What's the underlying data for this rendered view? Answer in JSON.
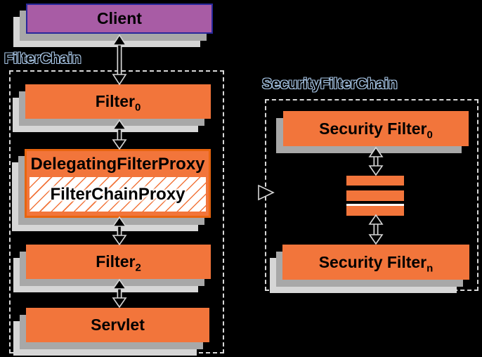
{
  "diagram": {
    "client": {
      "label": "Client"
    },
    "filter_chain": {
      "label": "FilterChain",
      "filter0": {
        "base": "Filter",
        "sub": "0"
      },
      "delegating_filter_proxy": {
        "label": "DelegatingFilterProxy"
      },
      "filter_chain_proxy": {
        "label": "FilterChainProxy"
      },
      "filter2": {
        "base": "Filter",
        "sub": "2"
      },
      "servlet": {
        "label": "Servlet"
      }
    },
    "security_filter_chain": {
      "label": "SecurityFilterChain",
      "security_filter_0": {
        "base": "Security Filter",
        "sub": "0"
      },
      "security_filter_n": {
        "base": "Security Filter",
        "sub": "n"
      }
    },
    "colors": {
      "background": "#000000",
      "box_orange": "#F2753B",
      "box_orange_border": "#E8650F",
      "client_purple": "#A85CA5",
      "client_border": "#28289B",
      "shadow_1": "#A8A8A8",
      "shadow_2": "#D6D6D6",
      "dashed_border": "#D9D9D9",
      "label_outline": "#A6C4E4",
      "arrow_outline": "#D6D6D6",
      "hatch": "#F2753B"
    }
  }
}
